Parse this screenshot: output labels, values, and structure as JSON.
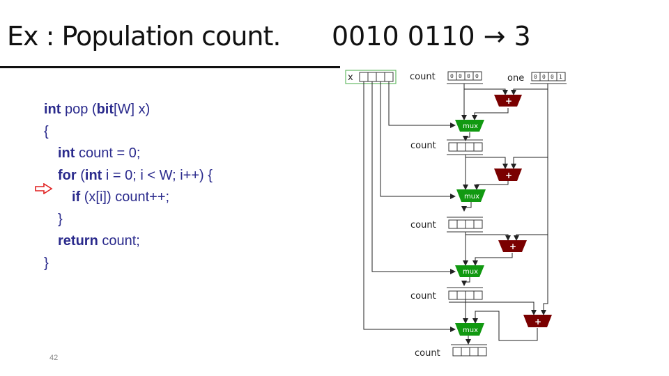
{
  "slide": {
    "title": "Ex : Population count.",
    "example": "0010 0110 → 3",
    "page_number": "42"
  },
  "code": {
    "lines": [
      {
        "kw": "int",
        "rest": " pop (",
        "kw2": "bit",
        "rest2": "[W] x)"
      },
      {
        "text": "{"
      },
      {
        "kw": "int",
        "rest": " count = 0;"
      },
      {
        "kw": "for",
        "rest": " (",
        "kw2": "int",
        "rest2": " i = 0; i < W; i++) {"
      },
      {
        "kw": "if",
        "rest": " (x[i]) count++;"
      },
      {
        "text": "}"
      },
      {
        "kw": "return",
        "rest": " count;"
      },
      {
        "text": "}"
      }
    ],
    "current_line_marker": "red-arrow"
  },
  "diagram": {
    "x_label": "x",
    "x_bits": [
      "",
      "",
      "",
      ""
    ],
    "one_label": "one",
    "one_bits": [
      "0",
      "0",
      "0",
      "1"
    ],
    "count_label": "count",
    "count_init_bits": [
      "0",
      "0",
      "0",
      "0"
    ],
    "mux_label": "mux",
    "adder_label": "+",
    "colors": {
      "mux": "#119911",
      "adder": "#7a0000",
      "x_box": "#66bb66",
      "wire": "#222222"
    }
  }
}
